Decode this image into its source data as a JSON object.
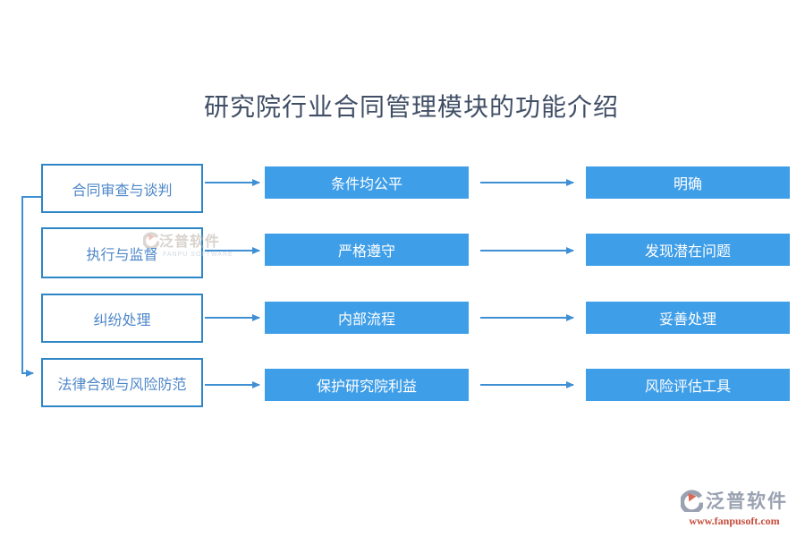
{
  "page": {
    "title": "研究院行业合同管理模块的功能介绍"
  },
  "flow": {
    "rows": [
      {
        "source": "合同审查与谈判",
        "step": "条件均公平",
        "result": "明确"
      },
      {
        "source": "执行与监督",
        "step": "严格遵守",
        "result": "发现潜在问题"
      },
      {
        "source": "纠纷处理",
        "step": "内部流程",
        "result": "妥善处理"
      },
      {
        "source": "法律合规与风险防范",
        "step": "保护研究院利益",
        "result": "风险评估工具"
      }
    ]
  },
  "watermark": {
    "brand": "泛普软件",
    "brand_en": "FANPU SOFTWARE"
  },
  "footer": {
    "brand": "泛普软件",
    "website": "www.fanpusoft.com"
  },
  "colors": {
    "accent_fill": "#3F9EE8",
    "accent_border": "#2E86C6",
    "arrow": "#3E8FD4",
    "title_text": "#414F66",
    "source_text": "#4E87C9",
    "footer_brand": "#9AA2B1",
    "footer_url": "#C64B3A"
  }
}
